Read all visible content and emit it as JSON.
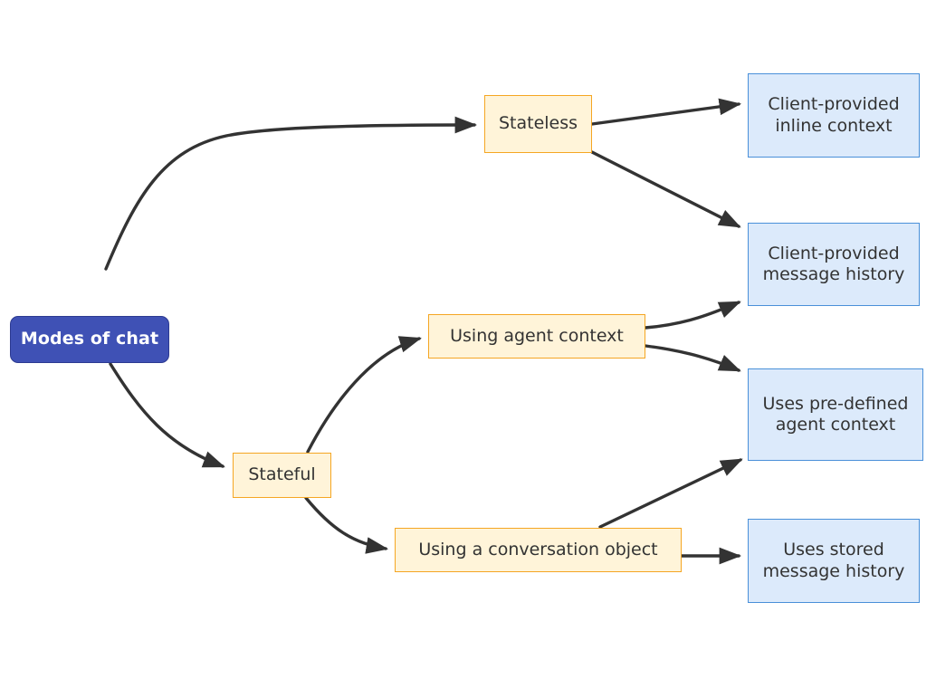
{
  "diagram": {
    "title": "Modes of chat",
    "type": "flowchart-left-to-right",
    "colors": {
      "root_fill": "#3f51b5",
      "root_stroke": "#2c3a91",
      "root_text": "#ffffff",
      "branch_fill": "#fff4d9",
      "branch_stroke": "#f5a623",
      "leaf_fill": "#dceafb",
      "leaf_stroke": "#4a90d9",
      "edge_stroke": "#333333",
      "node_text": "#333333",
      "background": "#ffffff"
    },
    "nodes": {
      "root": {
        "label": "Modes of chat"
      },
      "stateless": {
        "label": "Stateless"
      },
      "stateful": {
        "label": "Stateful"
      },
      "using_agent_context": {
        "label": "Using agent context"
      },
      "using_conversation_object": {
        "label": "Using a conversation object"
      },
      "client_inline_context": {
        "label": "Client-provided\ninline context"
      },
      "client_message_history": {
        "label": "Client-provided\nmessage history"
      },
      "predefined_agent_context": {
        "label": "Uses pre-defined\nagent context"
      },
      "stored_message_history": {
        "label": "Uses stored\nmessage history"
      }
    },
    "edges": [
      {
        "from": "root",
        "to": "stateless"
      },
      {
        "from": "root",
        "to": "stateful"
      },
      {
        "from": "stateless",
        "to": "client_inline_context"
      },
      {
        "from": "stateless",
        "to": "client_message_history"
      },
      {
        "from": "stateful",
        "to": "using_agent_context"
      },
      {
        "from": "stateful",
        "to": "using_conversation_object"
      },
      {
        "from": "using_agent_context",
        "to": "client_message_history"
      },
      {
        "from": "using_agent_context",
        "to": "predefined_agent_context"
      },
      {
        "from": "using_conversation_object",
        "to": "predefined_agent_context"
      },
      {
        "from": "using_conversation_object",
        "to": "stored_message_history"
      }
    ]
  }
}
